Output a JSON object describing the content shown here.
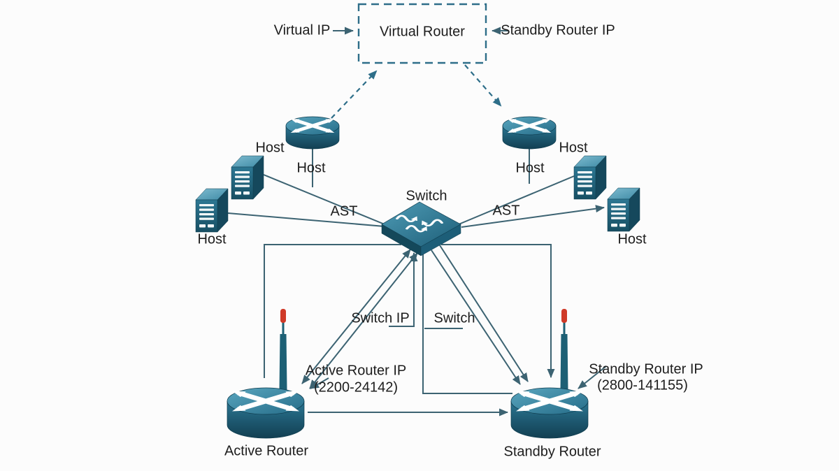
{
  "diagram": {
    "virtual_router_box": {
      "label": "Virtual Router"
    },
    "virtual_ip_label": "Virtual IP",
    "standby_router_ip_top_label": "Standby Router IP",
    "host_labels": [
      "Host",
      "Host",
      "Host",
      "Host",
      "Host",
      "Host"
    ],
    "switch_label": "Switch",
    "ast_labels": [
      "AST",
      "AST"
    ],
    "switch_ip_label": "Switch IP",
    "switch_link_label": "Switch",
    "active_router_ip": {
      "label": "Active Router IP",
      "value": "(2200-24142)"
    },
    "standby_router_ip": {
      "label": "Standby Router IP",
      "value": "(2800-141155)"
    },
    "active_router_label": "Active Router",
    "standby_router_label": "Standby Router",
    "colors": {
      "device_teal": "#27708e",
      "device_dark": "#123f52",
      "connection_line": "#3c6372",
      "dashed_line": "#2e6e89",
      "antenna_red": "#cf3a28",
      "text": "#1d1d1d",
      "background": "#fcfcfc"
    }
  }
}
